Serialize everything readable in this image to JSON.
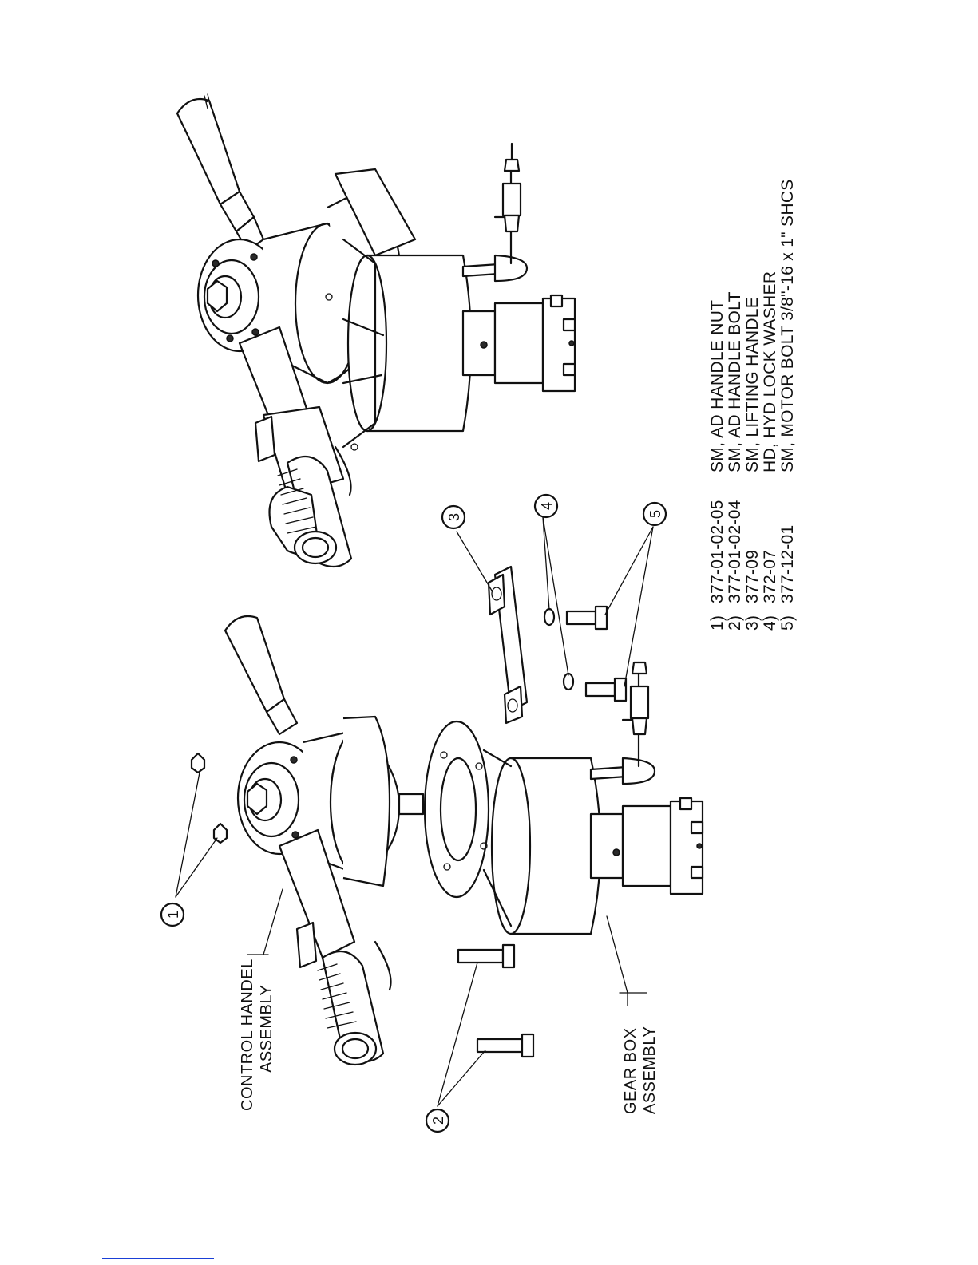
{
  "labels": {
    "control_handle_line1": "CONTROL HANDEL",
    "control_handle_line2": "ASSEMBLY",
    "gear_box_line1": "GEAR BOX",
    "gear_box_line2": "ASSEMBLY"
  },
  "balloons": [
    "1",
    "2",
    "3",
    "4",
    "5"
  ],
  "legend": [
    {
      "num": "1)",
      "part": "377-01-02-05",
      "desc": "SM, AD HANDLE NUT"
    },
    {
      "num": "2)",
      "part": "377-01-02-04",
      "desc": "SM, AD HANDLE BOLT"
    },
    {
      "num": "3)",
      "part": "377-09",
      "desc": "SM, LIFTING HANDLE"
    },
    {
      "num": "4)",
      "part": "372-07",
      "desc": "HD, HYD LOCK WASHER"
    },
    {
      "num": "5)",
      "part": "377-12-01",
      "desc": "SM, MOTOR BOLT 3/8\"-16 x 1\" SHCS"
    }
  ],
  "colors": {
    "line": "#111111",
    "link": "#1a3fd6",
    "background": "#ffffff"
  }
}
